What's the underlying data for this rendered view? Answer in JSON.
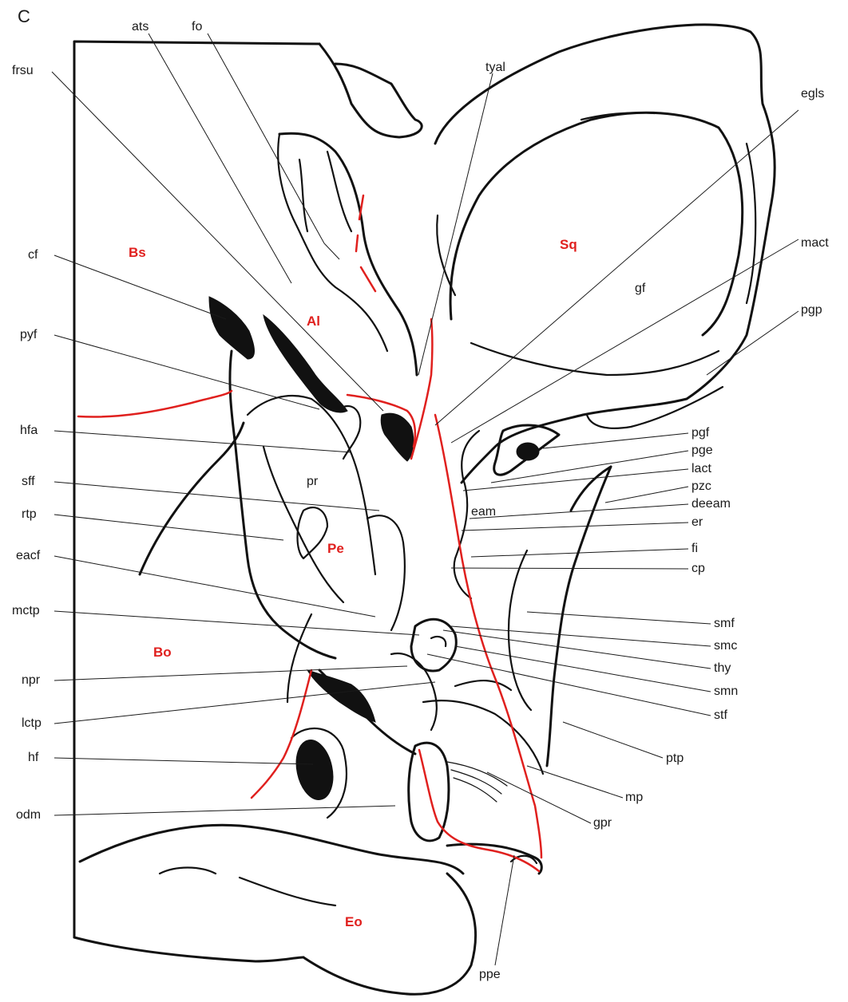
{
  "panel_letter": "C",
  "colors": {
    "line": "#111111",
    "suture": "#e0201e",
    "bone_label": "#e0201e"
  },
  "bone_labels": {
    "bs": "Bs",
    "al": "Al",
    "sq": "Sq",
    "pe": "Pe",
    "bo": "Bo",
    "eo": "Eo"
  },
  "labels": {
    "ats": "ats",
    "fo": "fo",
    "tyal": "tyal",
    "frsu": "frsu",
    "egls": "egls",
    "cf": "cf",
    "mact": "mact",
    "gf": "gf",
    "pgp": "pgp",
    "pyf": "pyf",
    "hfa": "hfa",
    "pgf": "pgf",
    "pge": "pge",
    "lact": "lact",
    "pr": "pr",
    "sff": "sff",
    "pzc": "pzc",
    "deeam": "deeam",
    "eam": "eam",
    "rtp": "rtp",
    "er": "er",
    "fi": "fi",
    "eacf": "eacf",
    "cp": "cp",
    "mctp": "mctp",
    "smf": "smf",
    "smc": "smc",
    "thy": "thy",
    "npr": "npr",
    "smn": "smn",
    "stf": "stf",
    "lctp": "lctp",
    "ptp": "ptp",
    "hf": "hf",
    "mp": "mp",
    "odm": "odm",
    "gpr": "gpr",
    "ppe": "ppe"
  }
}
